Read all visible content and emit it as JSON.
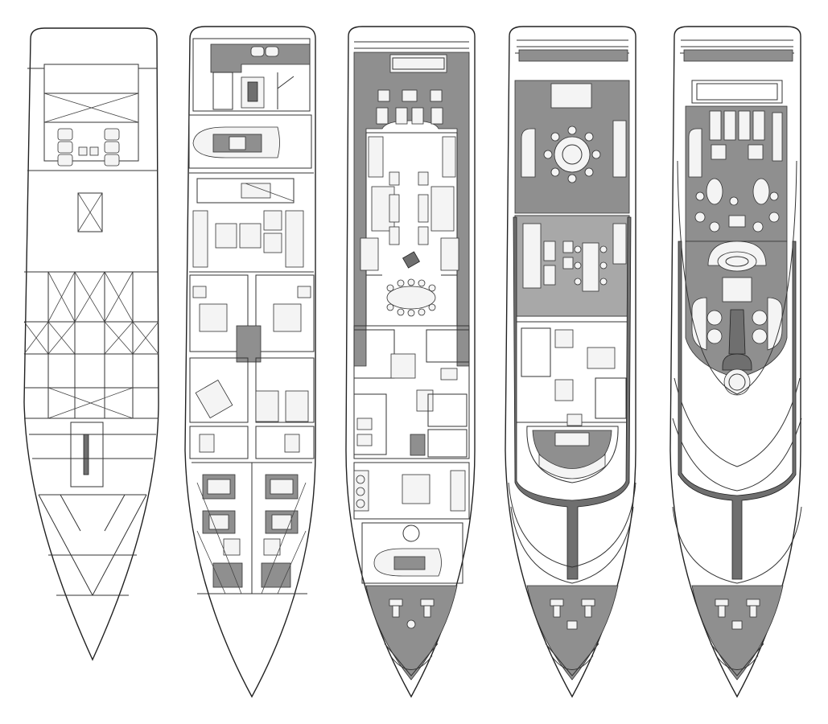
{
  "diagram": {
    "type": "yacht-deck-plans",
    "decks": [
      {
        "id": "tank-top",
        "fill": "none"
      },
      {
        "id": "lower-deck",
        "fill": "light"
      },
      {
        "id": "main-deck",
        "fill": "dark"
      },
      {
        "id": "upper-deck",
        "fill": "dark"
      },
      {
        "id": "sun-deck",
        "fill": "dark"
      }
    ],
    "colors": {
      "line": "#333333",
      "deck_fill": "#8f8f8f",
      "deck_dark": "#6f6f6f",
      "furniture": "#f4f4f4",
      "background": "#ffffff"
    }
  }
}
